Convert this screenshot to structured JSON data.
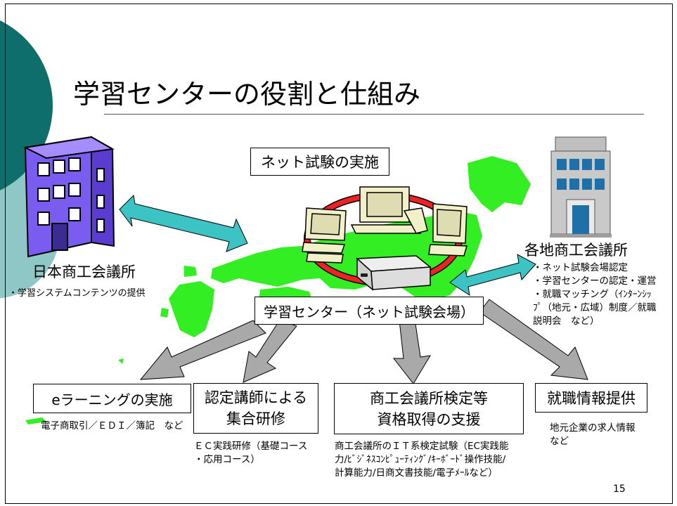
{
  "slide": {
    "title": "学習センターの役割と仕組み",
    "page_number": "15"
  },
  "nodes": {
    "net_exam": "ネット試験の実施",
    "jcci_label": "日本商工会議所",
    "jcci_note": "・学習システムコンテンツの提供",
    "local_label": "各地商工会議所",
    "local_notes": [
      "・ネット試験会場認定",
      "・学習センターの認定・運営",
      "・就職マッチング（ｲﾝﾀｰﾝｼｯ",
      "ﾌﾟ（地元・広域）制度／就職",
      "説明会　など）"
    ],
    "center": "学習センター（ネット試験会場）"
  },
  "services": [
    {
      "label_lines": [
        "eラーニングの実施"
      ],
      "notes": [
        "電子商取引／ＥＤＩ／簿記　など"
      ]
    },
    {
      "label_lines": [
        "認定講師による",
        "集合研修"
      ],
      "notes": [
        "ＥＣ実践研修（基礎コース",
        "・応用コース）"
      ]
    },
    {
      "label_lines": [
        "商工会議所検定等",
        "資格取得の支援"
      ],
      "notes": [
        "商工会議所のＩＴ系検定試験（EC実践能",
        "力/ﾋﾞｼﾞﾈｽｺﾝﾋﾟｭｰﾃｨﾝｸﾞ/ｷｰﾎﾞｰﾄﾞ操作技能/",
        "計算能力/日商文書技能/電子ﾒｰﾙなど）"
      ]
    },
    {
      "label_lines": [
        "就職情報提供"
      ],
      "notes": [
        "地元企業の求人情報",
        "など"
      ]
    }
  ],
  "icons": [
    "jcci-building-icon",
    "local-building-icon",
    "computer-network-icon",
    "japan-map-icon"
  ],
  "colors": {
    "circle_dark": "#0e6e6b",
    "circle_light": "#8fc6c6",
    "map_green": "#33ee22",
    "arrow_teal": "#3cc4c4",
    "arrow_gray": "#a9a9a9",
    "building_purple": "#7a5cf0",
    "ring_red": "#ee2222",
    "computer_beige": "#f2f0c8"
  }
}
